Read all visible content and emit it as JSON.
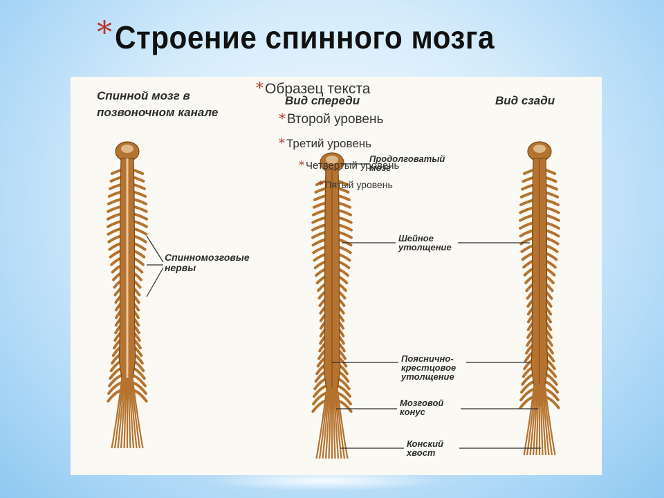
{
  "slide": {
    "title": "Строение спинного мозга",
    "bullet_symbol": "*"
  },
  "figure": {
    "left_caption": "Спинной мозг в\nпозвоночном канале",
    "front_caption": "Вид спереди",
    "back_caption": "Вид сзади",
    "labels": {
      "spinal_nerves": "Спинномозговые\nнервы",
      "medulla": "Продолговатый\nмозг",
      "cervical": "Шейное\nутолщение",
      "lumbosacral": "Пояснично-\nкрестцовое\nутолщение",
      "conus": "Мозговой\nконус",
      "cauda": "Конский\nхвост"
    }
  },
  "outline": {
    "level1": "Образец текста",
    "level2": "Второй уровень",
    "level3": "Третий уровень",
    "level4": "Четвертый уровень",
    "level5": "Пятый уровень"
  },
  "colors": {
    "accent_bullet": "#b5342a",
    "cord": "#b5732f",
    "cord_dark": "#7a4a1c",
    "cord_light": "#e8c9a0"
  }
}
